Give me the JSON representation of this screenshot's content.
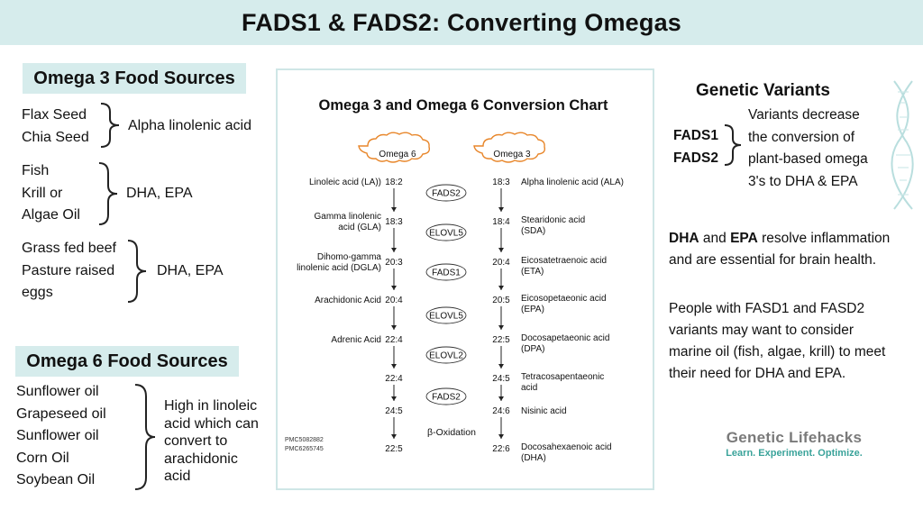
{
  "title": "FADS1 & FADS2: Converting Omegas",
  "omega3": {
    "heading": "Omega 3 Food Sources",
    "groups": [
      {
        "items": [
          "Flax Seed",
          "Chia Seed"
        ],
        "result": "Alpha linolenic acid"
      },
      {
        "items": [
          "Fish",
          "Krill or",
          "Algae Oil"
        ],
        "result": "DHA, EPA"
      },
      {
        "items": [
          "Grass fed beef",
          "Pasture raised",
          "eggs"
        ],
        "result": "DHA, EPA"
      }
    ]
  },
  "omega6": {
    "heading": "Omega 6 Food Sources",
    "items": [
      "Sunflower oil",
      "Grapeseed oil",
      "Sunflower oil",
      "Corn Oil",
      "Soybean Oil"
    ],
    "result": [
      "High in linoleic",
      "acid which can",
      "convert to",
      "arachidonic",
      "acid"
    ]
  },
  "chart": {
    "title": "Omega 3 and Omega 6 Conversion Chart",
    "omega6_label": "Omega 6",
    "omega3_label": "Omega 3",
    "left_names": [
      [
        "Linoleic acid (LA))"
      ],
      [
        "Gamma linolenic",
        "acid (GLA)"
      ],
      [
        "Dihomo-gamma",
        "linolenic acid (DGLA)"
      ],
      [
        "Arachidonic Acid"
      ],
      [
        "Adrenic Acid"
      ]
    ],
    "left_codes": [
      "18:2",
      "18:3",
      "20:3",
      "20:4",
      "22:4",
      "22:4",
      "24:5",
      "22:5"
    ],
    "right_codes": [
      "18:3",
      "18:4",
      "20:4",
      "20:5",
      "22:5",
      "24:5",
      "24:6",
      "22:6"
    ],
    "right_names": [
      [
        "Alpha linolenic acid (ALA)"
      ],
      [
        "Stearidonic acid",
        "(SDA)"
      ],
      [
        "Eicosatetraenoic  acid",
        "(ETA)"
      ],
      [
        "Eicosopetaeonic acid",
        "(EPA)"
      ],
      [
        "Docosapetaeonic acid",
        "(DPA)"
      ],
      [
        "Tetracosapentaeonic",
        "acid"
      ],
      [
        "Nisinic acid"
      ],
      [
        "Docosahexaenoic acid",
        "(DHA)"
      ]
    ],
    "enzymes": [
      "FADS2",
      "ELOVL5",
      "FADS1",
      "ELOVL5",
      "ELOVL2",
      "FADS2"
    ],
    "beta_ox": "β-Oxidation",
    "refs": [
      "PMC5082882",
      "PMC6265745"
    ]
  },
  "variants": {
    "heading": "Genetic Variants",
    "genes": [
      "FADS1",
      "FADS2"
    ],
    "desc": [
      "Variants decrease",
      "the conversion of",
      "plant-based omega",
      "3's to DHA & EPA"
    ]
  },
  "paragraph1": {
    "bold1": "DHA",
    "and": " and ",
    "bold2": "EPA",
    "rest1": " resolve inflammation",
    "line2": "and are essential for brain health."
  },
  "paragraph2": [
    "People with FASD1 and FASD2",
    "variants may want to consider",
    "marine oil (fish, algae, krill) to meet",
    "their need for DHA and EPA."
  ],
  "brand": {
    "name": "Genetic Lifehacks",
    "tagline": "Learn. Experiment. Optimize."
  },
  "colors": {
    "header_bg": "#d6ecec",
    "cloud": "#e8862a",
    "tagline": "#3aa39a"
  }
}
